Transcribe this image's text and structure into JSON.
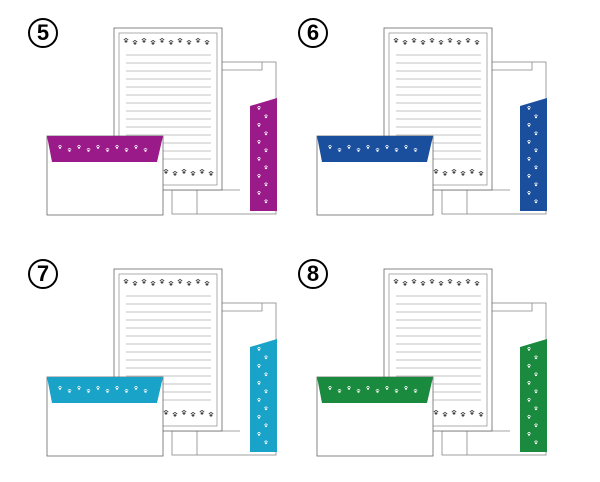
{
  "sets": [
    {
      "number": "5",
      "envelope_color": "#9b1a8a",
      "liner_color": "#9b1a8a"
    },
    {
      "number": "6",
      "envelope_color": "#1a4f9e",
      "liner_color": "#1a4f9e"
    },
    {
      "number": "7",
      "envelope_color": "#1aa3c8",
      "liner_color": "#1aa3c8"
    },
    {
      "number": "8",
      "envelope_color": "#1a8a3e",
      "liner_color": "#1a8a3e"
    }
  ],
  "icons": {
    "paw": "paw-print-icon"
  }
}
